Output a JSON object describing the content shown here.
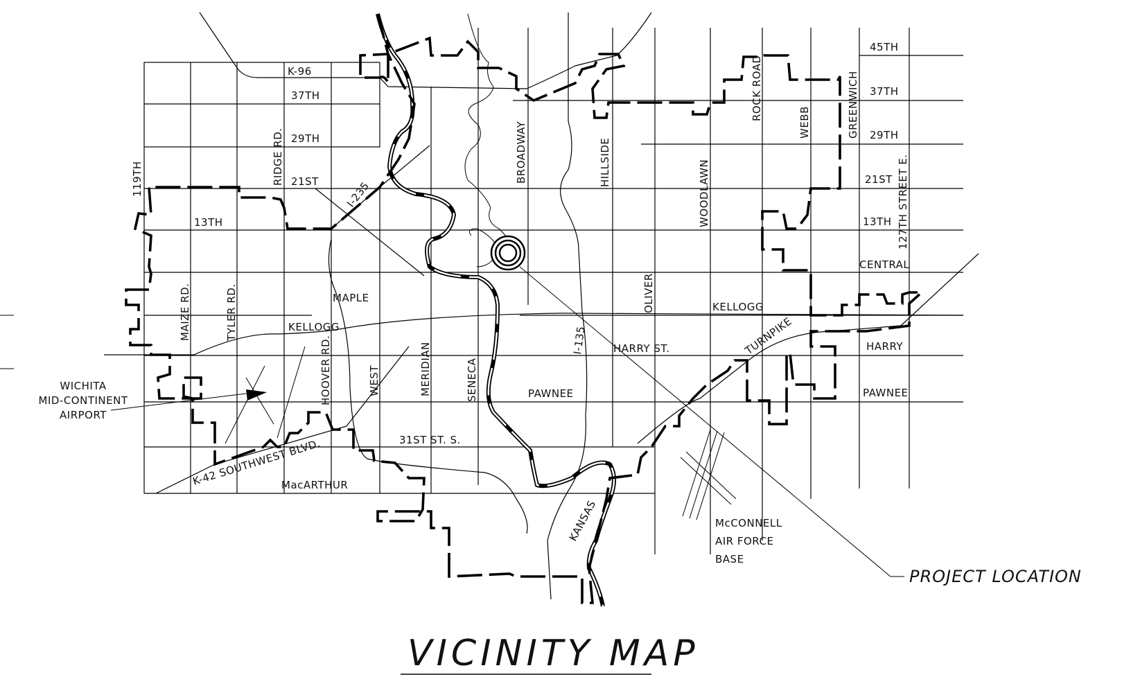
{
  "map": {
    "title": "VICINITY MAP",
    "project_location": "PROJECT LOCATION",
    "airport": [
      "WICHITA",
      "MID-CONTINENT",
      "AIRPORT"
    ],
    "air_force_base": [
      "McCONNELL",
      "AIR FORCE",
      "BASE"
    ],
    "streets_ew": {
      "k96": "K-96",
      "s37th_w": "37TH",
      "s29th_w": "29TH",
      "s21st_w": "21ST",
      "s13th_w": "13TH",
      "maple": "MAPLE",
      "kellogg_w": "KELLOGG",
      "pawnee_c": "PAWNEE",
      "harry_c": "HARRY ST.",
      "s31st": "31ST ST. S.",
      "macarthur": "MacARTHUR",
      "k42": "K-42 SOUTHWEST BLVD.",
      "s45th_e": "45TH",
      "s37th_e": "37TH",
      "s29th_e": "29TH",
      "s21st_e": "21ST",
      "s13th_e": "13TH",
      "central_e": "CENTRAL",
      "kellogg_e": "KELLOGG",
      "harry_e": "HARRY",
      "pawnee_e": "PAWNEE"
    },
    "streets_ns": {
      "s119th": "119TH",
      "maize": "MAIZE RD.",
      "tyler": "TYLER RD.",
      "ridge": "RIDGE RD.",
      "hoover": "HOOVER RD.",
      "west": "WEST",
      "meridian": "MERIDIAN",
      "seneca": "SENECA",
      "broadway": "BROADWAY",
      "hillside": "HILLSIDE",
      "oliver": "OLIVER",
      "woodlawn": "WOODLAWN",
      "rock_road": "ROCK ROAD",
      "webb": "WEBB",
      "greenwich": "GREENWICH",
      "s127th": "127TH STREET E."
    },
    "highways": {
      "i235": "I-235",
      "i135": "I-135",
      "turnpike": "TURNPIKE",
      "kansas": "KANSAS"
    }
  }
}
